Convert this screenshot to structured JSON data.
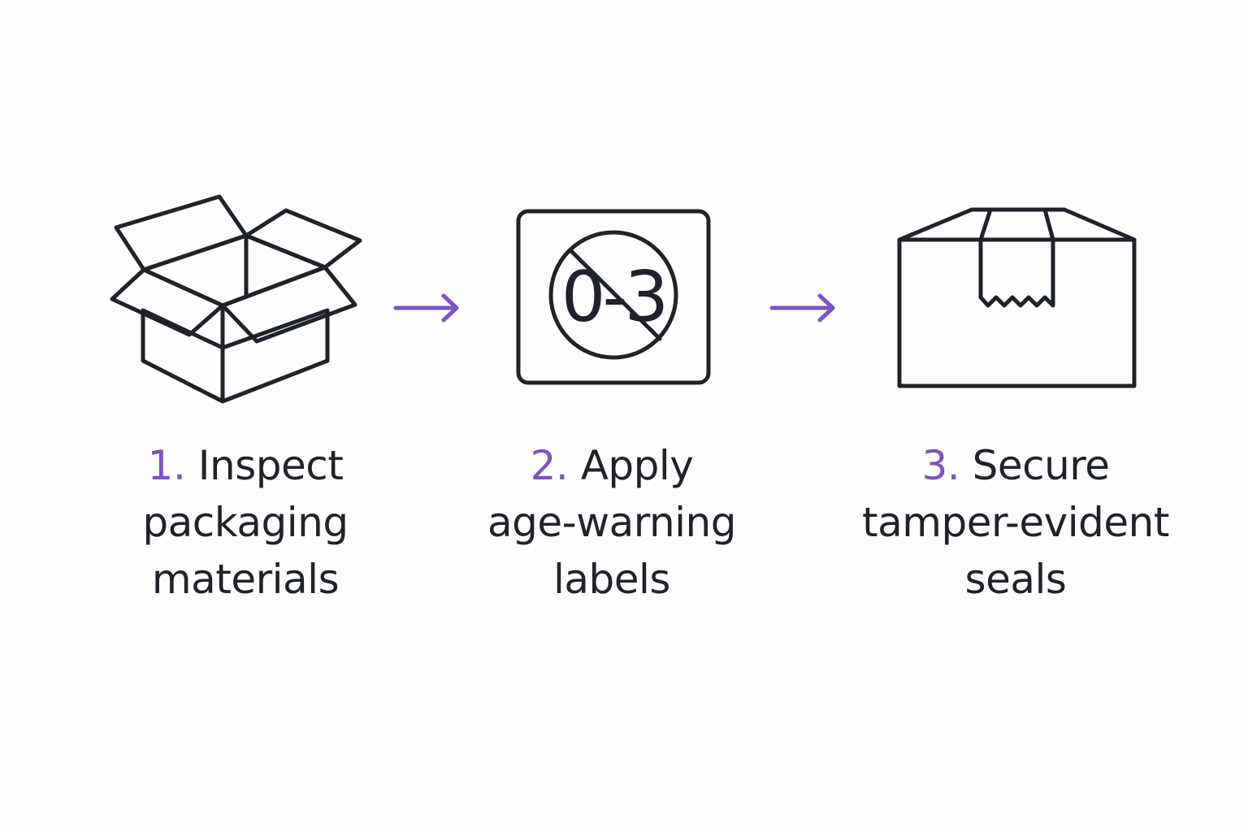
{
  "colors": {
    "accent": "#7a52c9",
    "text": "#1f2329",
    "stroke": "#1f2329",
    "background": "#fdfdfd"
  },
  "steps": [
    {
      "number": "1.",
      "lines": [
        "Inspect",
        "packaging",
        "materials"
      ],
      "icon": "open-box-icon"
    },
    {
      "number": "2.",
      "lines": [
        "Apply",
        "age-warning",
        "labels"
      ],
      "icon": "age-warning-label-icon",
      "badge_text": "0-3"
    },
    {
      "number": "3.",
      "lines": [
        "Secure",
        "tamper-evident",
        "seals"
      ],
      "icon": "sealed-box-icon"
    }
  ],
  "connectors": [
    "arrow-right-icon",
    "arrow-right-icon"
  ]
}
